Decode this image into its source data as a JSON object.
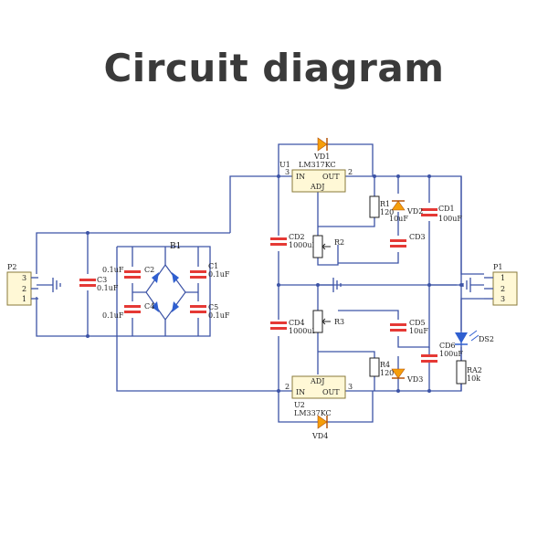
{
  "title": "Circuit diagram",
  "labels": {
    "u1": "U1",
    "u1_name": "LM317KC",
    "u1_in": "IN",
    "u1_out": "OUT",
    "u1_adj": "ADJ",
    "u1_pin_in": "3",
    "u1_pin_out": "2",
    "u2": "U2",
    "u2_name": "LM337KC",
    "u2_in": "IN",
    "u2_out": "OUT",
    "u2_adj": "ADJ",
    "u2_pin_in": "2",
    "u2_pin_out": "3",
    "b1": "B1",
    "p2": "P2",
    "p1": "P1",
    "vd1": "VD1",
    "vd2": "VD2",
    "vd3": "VD3",
    "vd4": "VD4",
    "ds2": "DS2",
    "r1": "R1",
    "r1_val": "120",
    "r2": "R2",
    "r3": "R3",
    "r4": "R4",
    "r4_val": "120",
    "ra2": "RA2",
    "ra2_val": "10k",
    "c1": "C1",
    "c1_val": "0.1uF",
    "c2": "C2",
    "c2_val": "0.1uF",
    "c3": "C3",
    "c3_val": "0.1uF",
    "c4": "C4",
    "c4_val": "0.1uF",
    "c5": "C5",
    "c5_val": "0.1uF",
    "cd1": "CD1",
    "cd1_val": "100uF",
    "cd2": "CD2",
    "cd2_val": "1000uF",
    "cd3": "CD3",
    "cd3_val": "10uF",
    "cd4": "CD4",
    "cd4_val": "1000uF",
    "cd5": "CD5",
    "cd5_val": "10uF",
    "cd6": "CD6",
    "cd6_val": "100uF",
    "p2_pin1": "3",
    "p2_pin2": "2",
    "p2_pin3": "1",
    "p1_pin1": "1",
    "p1_pin2": "2",
    "p1_pin3": "3"
  },
  "colors": {
    "wire": "#3c53a6",
    "title": "#3a3a3a",
    "capacitor": "#e53935",
    "diode": "#f59e0b",
    "connector": "#fff8d6"
  }
}
